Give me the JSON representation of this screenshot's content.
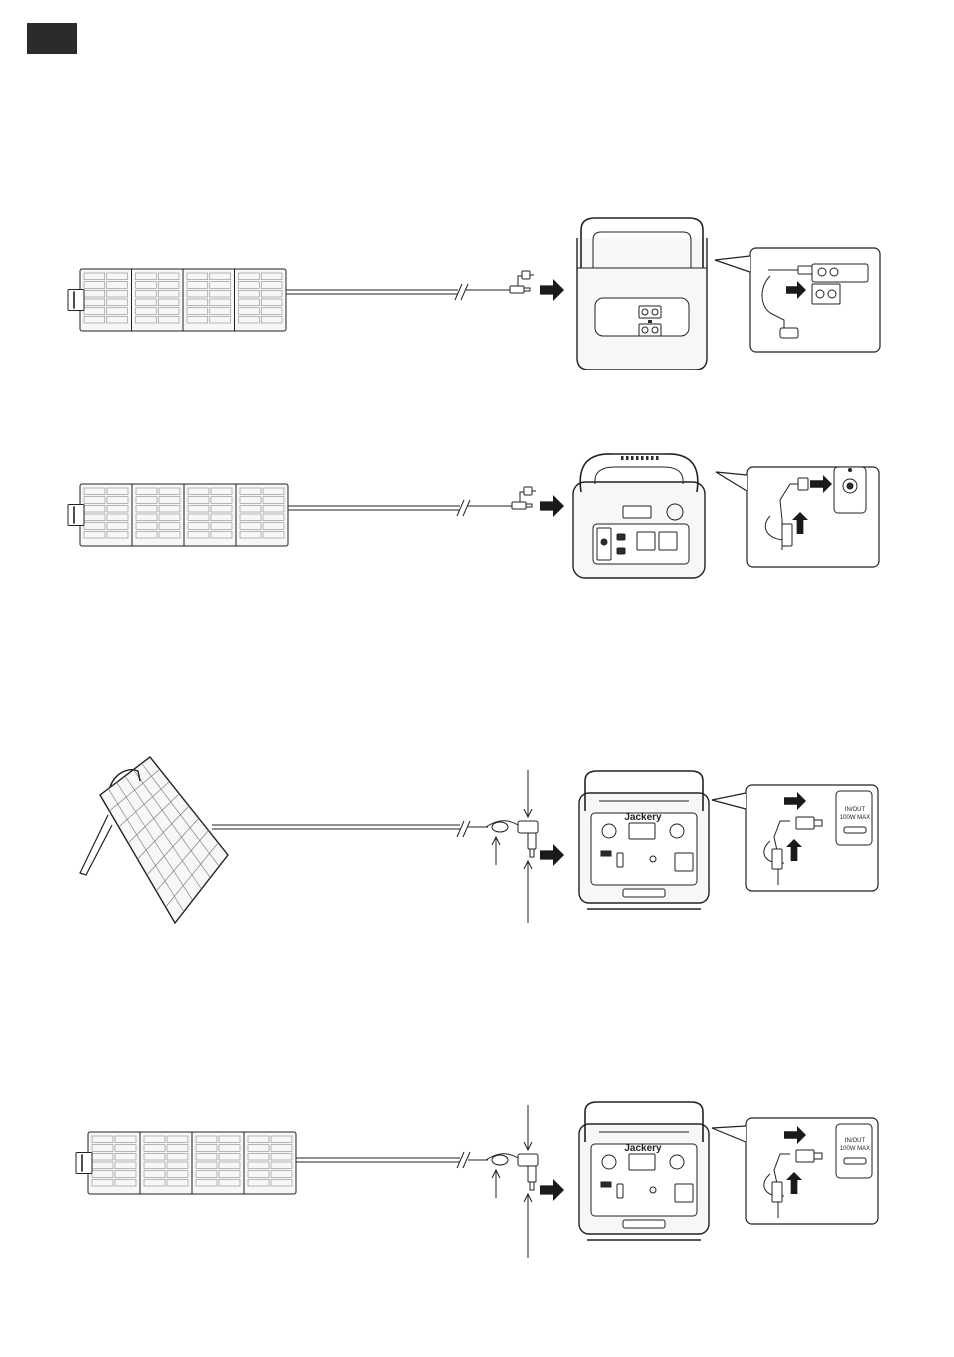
{
  "header": {
    "corner_tag_color": "#2b2b2b"
  },
  "brand": {
    "name": "Jackery"
  },
  "port_labels": {
    "in_out_line1": "IN/OUT",
    "in_out_line2": "100W MAX"
  },
  "colors": {
    "line": "#222222",
    "arrow": "#1a1a1a",
    "fill_light": "#f7f7f7",
    "fill_dark": "#2b2b2b"
  },
  "scenes": [
    {
      "panel_style": "flat",
      "station_style": "legacy-dual-port",
      "adapter_style": "barrel"
    },
    {
      "panel_style": "flat",
      "station_style": "compact-single-port",
      "adapter_style": "barrel"
    },
    {
      "panel_style": "standing",
      "station_style": "jackery-usb-c",
      "adapter_style": "usb-c"
    },
    {
      "panel_style": "flat",
      "station_style": "jackery-usb-c",
      "adapter_style": "usb-c"
    }
  ]
}
